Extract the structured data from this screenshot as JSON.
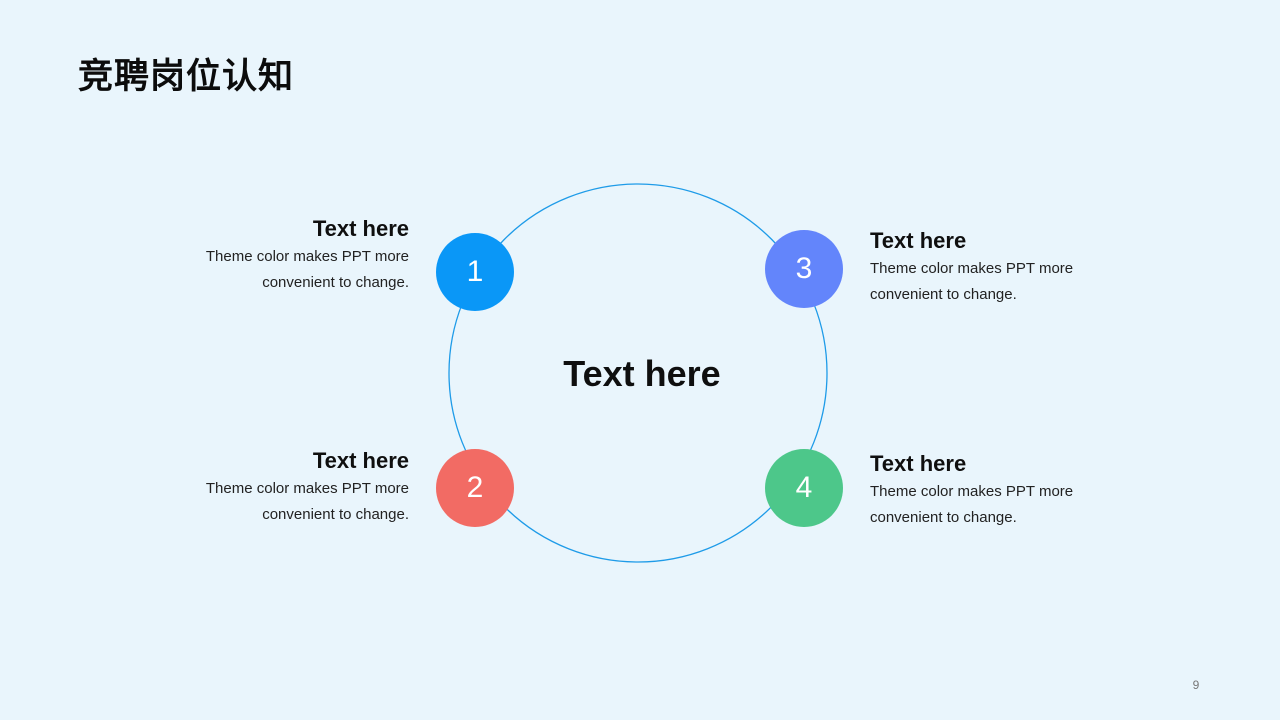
{
  "title": "竞聘岗位认知",
  "center_label": "Text here",
  "colors": {
    "background": "#E9F5FC",
    "ring": "#1E9BE8",
    "node_1": "#0A97F7",
    "node_2": "#F26B64",
    "node_3": "#6385FB",
    "node_4": "#4DC78A"
  },
  "items": [
    {
      "number": "1",
      "heading": "Text here",
      "line1": "Theme color makes PPT more",
      "line2": "convenient to change."
    },
    {
      "number": "2",
      "heading": "Text here",
      "line1": "Theme color makes PPT more",
      "line2": "convenient to change."
    },
    {
      "number": "3",
      "heading": "Text here",
      "line1": "Theme color makes PPT more",
      "line2": "convenient to change."
    },
    {
      "number": "4",
      "heading": "Text here",
      "line1": "Theme color makes PPT more",
      "line2": "convenient to change."
    }
  ],
  "page_number": "9"
}
